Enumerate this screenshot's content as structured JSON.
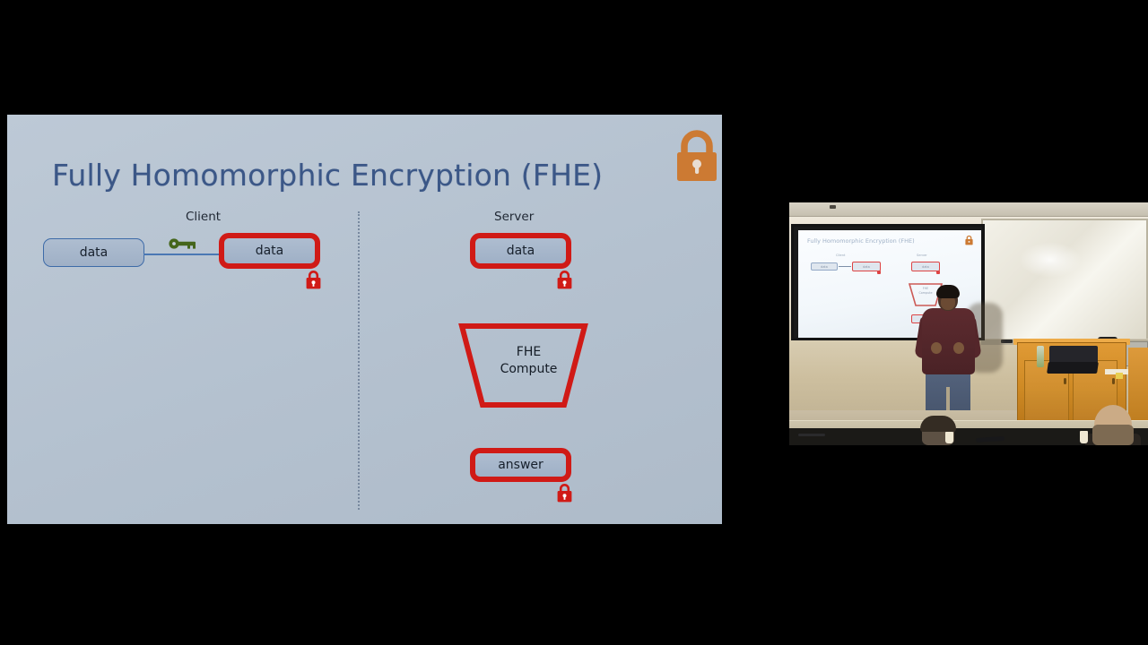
{
  "window": {
    "background_color": "#000000",
    "layout": "lecture-recording-slide-plus-camera"
  },
  "slide": {
    "background_color": "#b6c3d2",
    "title": "Fully Homomorphic Encryption (FHE)",
    "title_color": "#3b5787",
    "top_right_icon": "padlock-icon",
    "top_right_icon_color": "#cc7a33",
    "columns": {
      "client_label": "Client",
      "server_label": "Server",
      "divider_style": "dotted-vertical"
    },
    "client": {
      "plain_box_label": "data",
      "key_icon": "key-icon",
      "key_icon_color": "#4c6b1f",
      "arrow_color": "#4a78b4",
      "encrypted_box_label": "data",
      "lock_icon": "padlock-icon"
    },
    "server": {
      "encrypted_data_label": "data",
      "compute_line1": "FHE",
      "compute_line2": "Compute",
      "answer_label": "answer",
      "lock_icon": "padlock-icon"
    },
    "accent_colors": {
      "encrypted_red": "#d01a16",
      "box_blue_fill": "#a6b6ca",
      "box_blue_stroke": "#3d6ba8",
      "lock_orange": "#cc7a33",
      "key_green": "#4c6b1f"
    }
  },
  "video": {
    "scene": "lecture-hall-camera-view",
    "projected_slide_title": "Fully Homomorphic Encryption (FHE)",
    "projected_slide": {
      "client_label": "Client",
      "server_label": "Server",
      "plain_box_label": "data",
      "encrypted_box_label": "data",
      "server_data_label": "data",
      "compute_line1": "FHE",
      "compute_line2": "Compute",
      "answer_label": "answer"
    },
    "elements": {
      "presenter": "speaker-standing",
      "whiteboard": "whiteboard",
      "podium": "wooden-podium",
      "laptop": "laptop",
      "audience": "audience-members"
    }
  }
}
